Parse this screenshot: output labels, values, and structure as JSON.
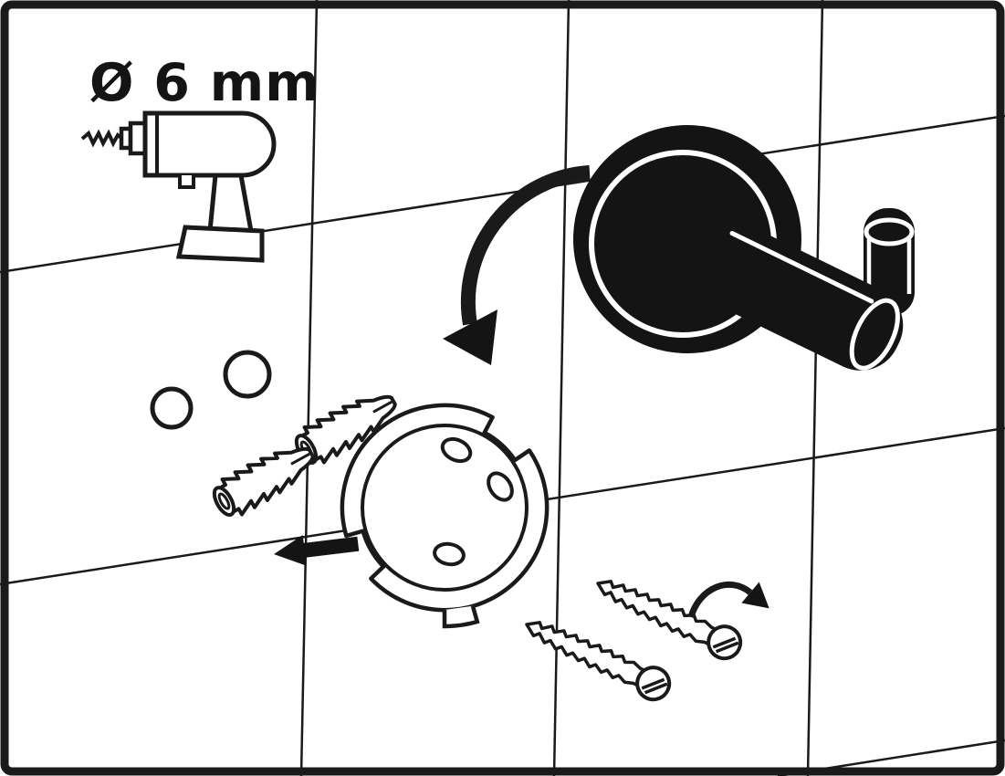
{
  "diagram": {
    "kind": "wall-hook-installation-instructions",
    "labels": {
      "drill_diameter": "Ø 6 mm"
    },
    "colors": {
      "ink": "#1a1a1a",
      "fill_black": "#141414",
      "background": "#ffffff"
    },
    "icons": [
      "drill-icon",
      "drilled-hole",
      "wall-plug-icon",
      "insert-direction-arrow",
      "mounting-plate-icon",
      "screw-icon",
      "screw-turn-arrow",
      "twist-mount-arrow",
      "robe-hook-icon",
      "tile-grid"
    ]
  }
}
